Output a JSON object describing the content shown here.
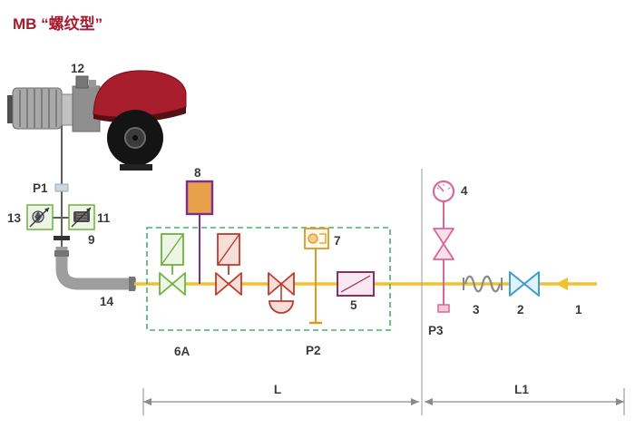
{
  "title": "MB “螺纹型”",
  "labels": {
    "n12": "12",
    "p1": "P1",
    "n13": "13",
    "n11": "11",
    "n9": "9",
    "n14": "14",
    "n8": "8",
    "n6a": "6A",
    "n7": "7",
    "n5": "5",
    "p2": "P2",
    "n4": "4",
    "p3": "P3",
    "n3": "3",
    "n2": "2",
    "n1": "1",
    "dim_l": "L",
    "dim_l1": "L1"
  },
  "colors": {
    "title": "#a6192e",
    "pipe": "#f2c12e",
    "train_boundary": "#4caf6e",
    "green_valve": "#6cb33f",
    "red_valve": "#c03a2b",
    "purple_impulse": "#7a2e8e",
    "orange_impulse": "#e2971d",
    "pink": "#d6679a",
    "blue_valve": "#3a9fd0",
    "label_text": "#3a3a3a",
    "burner_red": "#a81e2d"
  }
}
